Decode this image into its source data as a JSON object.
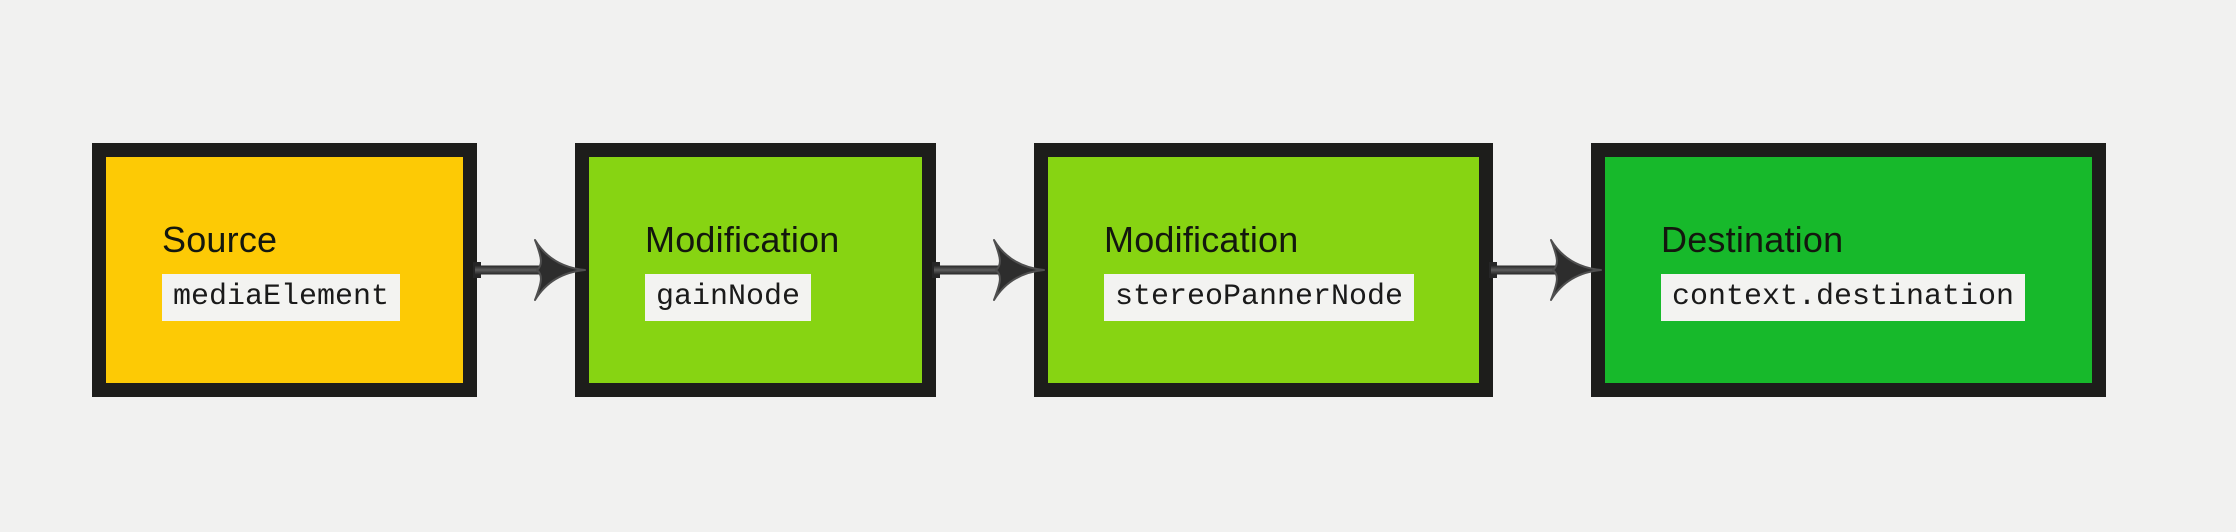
{
  "canvas": {
    "bg": "#f1f1f0"
  },
  "diagram": {
    "type": "flow",
    "direction": "left-to-right",
    "border_color": "#1d1d1b",
    "arrow_color": "#2d2d2d",
    "chip_bg": "#f3f3f1",
    "nodes": [
      {
        "label": "Source",
        "code": "mediaElement",
        "fill": "#fdca05"
      },
      {
        "label": "Modification",
        "code": "gainNode",
        "fill": "#87d412"
      },
      {
        "label": "Modification",
        "code": "stereoPannerNode",
        "fill": "#87d412"
      },
      {
        "label": "Destination",
        "code": "context.destination",
        "fill": "#17b92b"
      }
    ],
    "edges": [
      [
        0,
        1
      ],
      [
        1,
        2
      ],
      [
        2,
        3
      ]
    ]
  }
}
